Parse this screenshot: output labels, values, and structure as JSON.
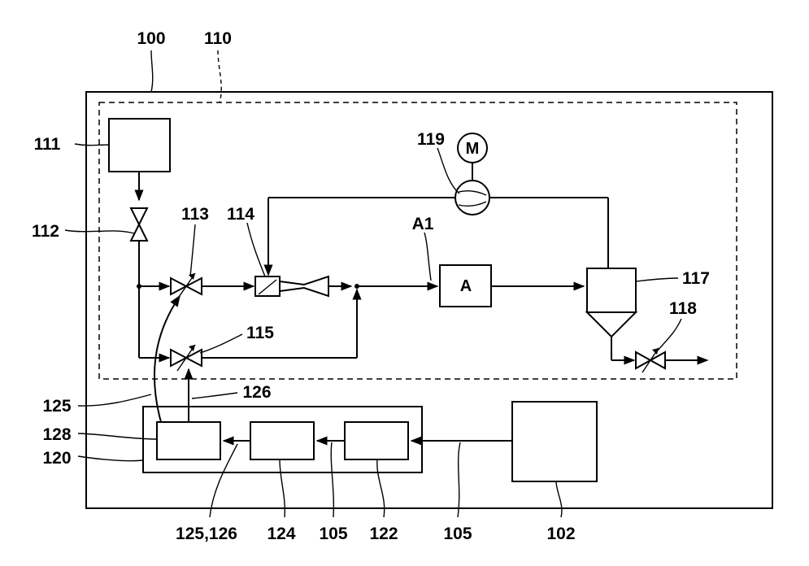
{
  "labels": {
    "l100": "100",
    "l110": "110",
    "l111": "111",
    "l112": "112",
    "l113": "113",
    "l114": "114",
    "lA1": "A1",
    "l119": "119",
    "l117": "117",
    "l118": "118",
    "l115": "115",
    "l125": "125",
    "l126": "126",
    "l128": "128",
    "l120": "120",
    "l125_126": "125,126",
    "l124": "124",
    "l105a": "105",
    "l122": "122",
    "l105b": "105",
    "l102": "102",
    "motor": "M",
    "block_a": "A"
  }
}
